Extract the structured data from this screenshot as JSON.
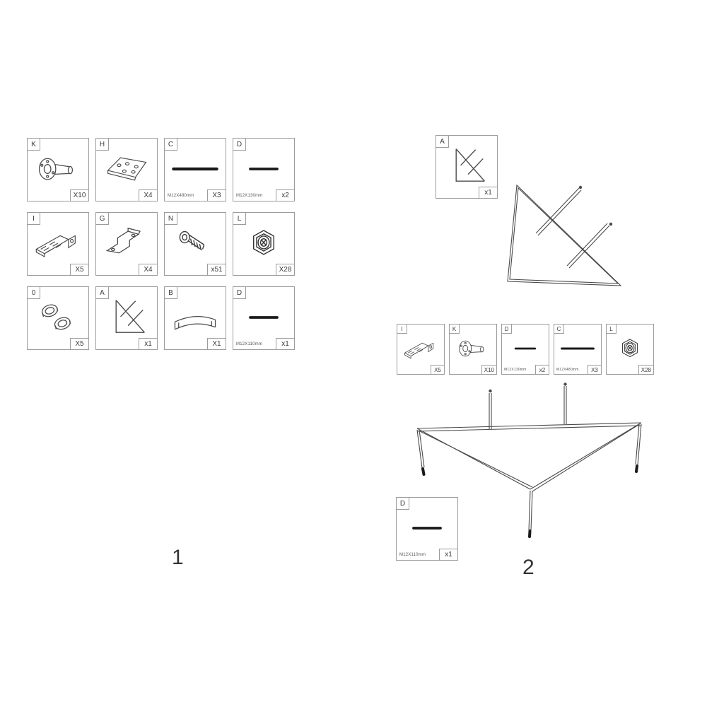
{
  "colors": {
    "line": "#4a4a4a",
    "rod": "#1a1a1a",
    "box_border": "#9c9c9c"
  },
  "step1": {
    "label": "1",
    "parts": [
      {
        "id": "K",
        "qty": "X10",
        "icon": "flange-bolt-icon"
      },
      {
        "id": "H",
        "qty": "X4",
        "icon": "plate-bracket-icon"
      },
      {
        "id": "C",
        "qty": "X3",
        "dim": "M12X480mm",
        "icon": "long-rod-icon"
      },
      {
        "id": "D",
        "qty": "x2",
        "dim": "M12X130mm",
        "icon": "short-rod-icon"
      },
      {
        "id": "I",
        "qty": "X5",
        "icon": "slotted-bracket-icon"
      },
      {
        "id": "G",
        "qty": "X4",
        "icon": "z-bracket-icon"
      },
      {
        "id": "N",
        "qty": "x51",
        "icon": "screw-icon"
      },
      {
        "id": "L",
        "qty": "X28",
        "icon": "nut-icon"
      },
      {
        "id": "0",
        "qty": "X5",
        "icon": "washer-pair-icon"
      },
      {
        "id": "A",
        "qty": "x1",
        "icon": "triangle-frame-icon"
      },
      {
        "id": "B",
        "qty": "X1",
        "icon": "curved-plate-icon"
      },
      {
        "id": "D",
        "qty": "x1",
        "dim": "M12X110mm",
        "icon": "short-rod-icon"
      }
    ]
  },
  "step2": {
    "label": "2",
    "frame_part": {
      "id": "A",
      "qty": "x1",
      "icon": "triangle-frame-icon"
    },
    "parts": [
      {
        "id": "I",
        "qty": "X5",
        "icon": "slotted-bracket-icon"
      },
      {
        "id": "K",
        "qty": "X10",
        "icon": "flange-bolt-icon"
      },
      {
        "id": "D",
        "qty": "x2",
        "dim": "M12X130mm",
        "icon": "short-rod-icon"
      },
      {
        "id": "C",
        "qty": "X3",
        "dim": "M12X480mm",
        "icon": "long-rod-icon"
      },
      {
        "id": "L",
        "qty": "X28",
        "icon": "nut-icon"
      }
    ],
    "bottom_part": {
      "id": "D",
      "qty": "x1",
      "dim": "M12X110mm",
      "icon": "short-rod-icon"
    }
  }
}
